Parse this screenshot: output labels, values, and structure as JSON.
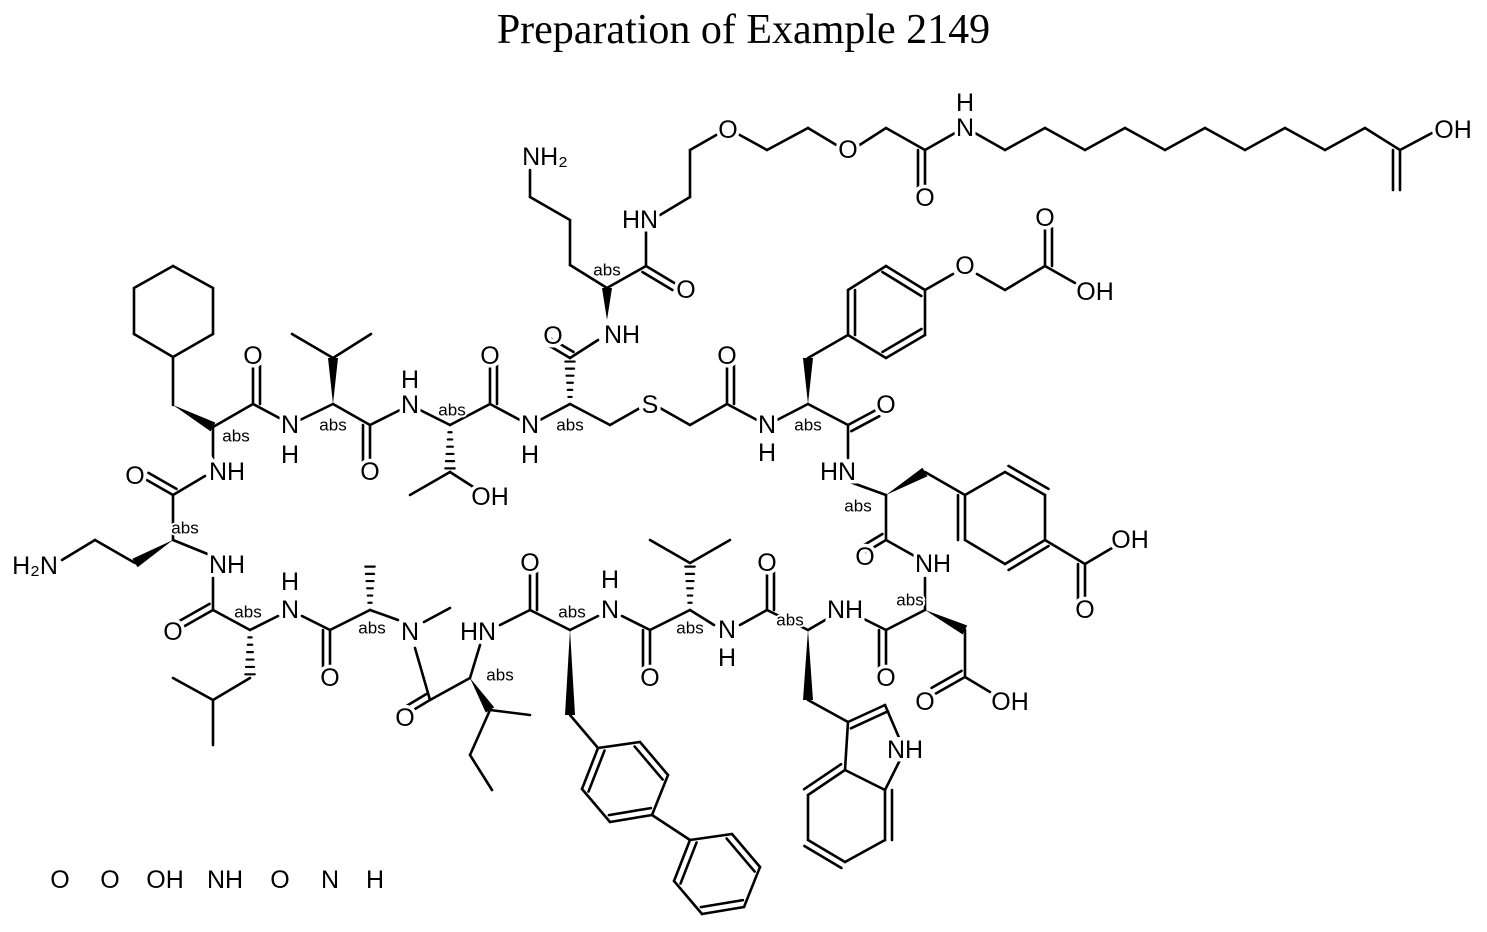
{
  "title": "Preparation of Example 2149",
  "atom_labels": [
    "NH₂",
    "HN",
    "O",
    "O",
    "O",
    "O",
    "H",
    "N",
    "O",
    "OH",
    "O",
    "O",
    "OH",
    "NH",
    "O",
    "S",
    "O",
    "N",
    "H",
    "O",
    "HN",
    "O",
    "OH",
    "NH",
    "O",
    "OH",
    "O",
    "NH",
    "O",
    "OH",
    "NH",
    "N",
    "H",
    "O",
    "O",
    "H",
    "N",
    "O",
    "N",
    "H",
    "O",
    "HN",
    "O",
    "N",
    "O",
    "H",
    "N",
    "O",
    "NH",
    "O",
    "H₂N",
    "NH",
    "O",
    "NH",
    "O",
    "N",
    "H",
    "O",
    "H",
    "N",
    "O",
    "N",
    "H",
    "OH"
  ],
  "stereo_label": "abs",
  "colors": {
    "ink": "#000000",
    "background": "#ffffff"
  }
}
